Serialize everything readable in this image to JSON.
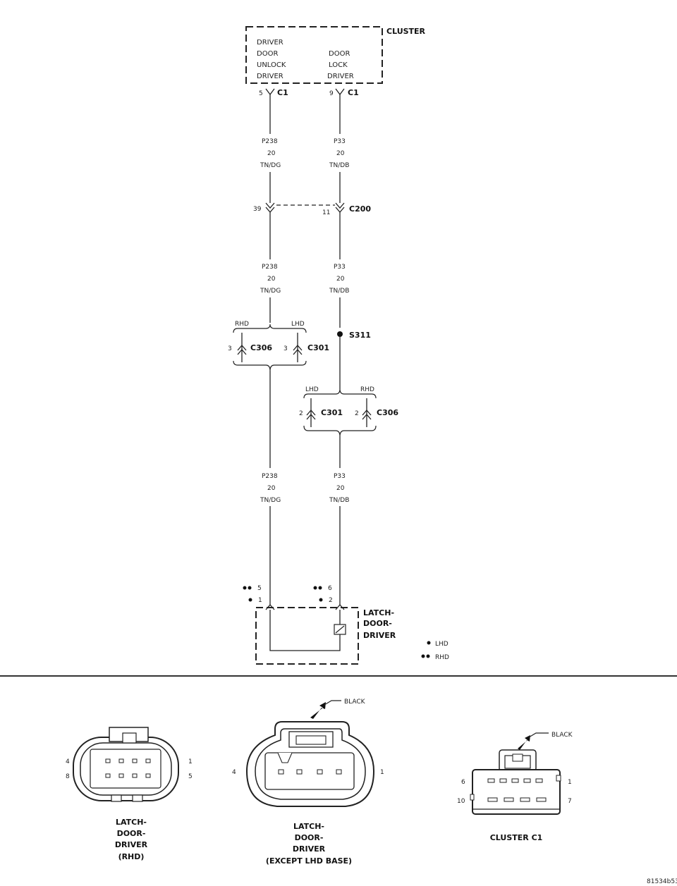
{
  "cluster": {
    "name": "CLUSTER",
    "unlock_lines": [
      "DRIVER",
      "DOOR",
      "UNLOCK",
      "DRIVER"
    ],
    "lock_lines": [
      "DOOR",
      "LOCK",
      "DRIVER"
    ],
    "pin_unlock": "5",
    "pin_lock": "9",
    "conn_unlock": "C1",
    "conn_lock": "C1"
  },
  "wires": {
    "unlock": {
      "circuit": "P238",
      "gauge": "20",
      "color": "TN/DG"
    },
    "lock": {
      "circuit": "P33",
      "gauge": "20",
      "color": "TN/DB"
    }
  },
  "c200": {
    "name": "C200",
    "pin_unlock": "39",
    "pin_lock": "11"
  },
  "splice": {
    "name": "S311"
  },
  "left_branch": {
    "rhd": "RHD",
    "lhd": "LHD",
    "conn_a": "C306",
    "conn_b": "C301",
    "pin_a": "3",
    "pin_b": "3"
  },
  "right_branch": {
    "lhd": "LHD",
    "rhd": "RHD",
    "conn_a": "C301",
    "conn_b": "C306",
    "pin_a": "2",
    "pin_b": "2"
  },
  "latch": {
    "name_lines": [
      "LATCH-",
      "DOOR-",
      "DRIVER"
    ],
    "pin_unlock_rhd": "5",
    "pin_unlock_lhd": "1",
    "pin_lock_rhd": "6",
    "pin_lock_lhd": "2"
  },
  "legend": {
    "lhd": "LHD",
    "rhd": "RHD"
  },
  "connector_views": {
    "rhd": {
      "pins": {
        "tl": "4",
        "bl": "8",
        "tr": "1",
        "br": "5"
      },
      "caption": [
        "LATCH-",
        "DOOR-",
        "DRIVER",
        "(RHD)"
      ]
    },
    "lhd": {
      "callout": "BLACK",
      "pins": {
        "left": "4",
        "right": "1"
      },
      "caption": [
        "LATCH-",
        "DOOR-",
        "DRIVER",
        "(EXCEPT LHD BASE)"
      ]
    },
    "cluster": {
      "callout": "BLACK",
      "pins": {
        "tl": "6",
        "bl": "10",
        "tr": "1",
        "br": "7"
      },
      "caption": [
        "CLUSTER C1"
      ]
    }
  },
  "figure_id": "81534b53"
}
